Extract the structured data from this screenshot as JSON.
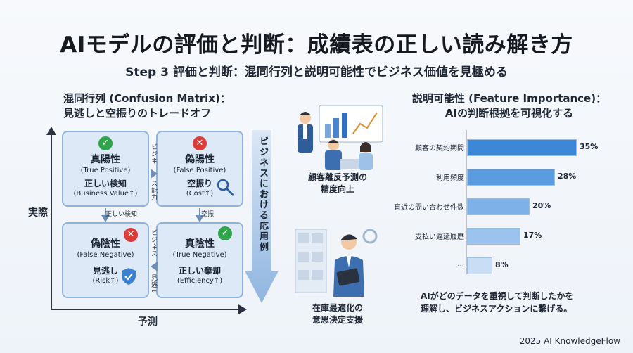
{
  "title": "AIモデルの評価と判断：成績表の正しい読み解き方",
  "subtitle": "Step 3 評価と判断：混同行列と説明可能性でビジネス価値を見極める",
  "confusion": {
    "heading_line1": "混同行列 (Confusion Matrix)：",
    "heading_line2": "見逃しと空振りのトレードオフ",
    "axis_y": "実際",
    "axis_x": "予測",
    "tp": {
      "name": "真陽性",
      "en": "(True Positive)",
      "jp": "正しい検知",
      "sub": "(Business Value↑)"
    },
    "fp": {
      "name": "偽陽性",
      "en": "(False Positive)",
      "jp": "空振り",
      "sub": "(Cost↑)"
    },
    "fn": {
      "name": "偽陰性",
      "en": "(False Negative)",
      "jp": "見逃し",
      "sub": "(Risk↑)"
    },
    "tn": {
      "name": "真陰性",
      "en": "(True Negative)",
      "jp": "正しい棄却",
      "sub": "(Efficiency↑)"
    },
    "link_top_a": "ビジネ",
    "link_top_b": "ス能力",
    "link_left": "正しい検知",
    "link_right": "空振",
    "link_bottom_a": "ビジネス",
    "link_bottom_b": "見逃↓"
  },
  "center": {
    "vertical_label": "ビジネスにおける応用例",
    "case1_line1": "顧客離反予測の",
    "case1_line2": "精度向上",
    "case2_line1": "在庫最適化の",
    "case2_line2": "意思決定支援"
  },
  "importance": {
    "heading_line1": "説明可能性 (Feature Importance)：",
    "heading_line2": "AIの判断根拠を可視化する",
    "bars": [
      {
        "name": "顧客の契約期間",
        "value": 35,
        "label": "35%",
        "color": "#3d87d8"
      },
      {
        "name": "利用頻度",
        "value": 28,
        "label": "28%",
        "color": "#5b9be0"
      },
      {
        "name": "直近の問い合わせ件数",
        "value": 20,
        "label": "20%",
        "color": "#7eb1e8"
      },
      {
        "name": "支払い遅延履歴",
        "value": 17,
        "label": "17%",
        "color": "#9cc3ee"
      },
      {
        "name": "...",
        "value": 8,
        "label": "8%",
        "color": "#c9def5"
      }
    ],
    "note_line1": "AIがどのデータを重視して判断したかを",
    "note_line2": "理解し、ビジネスアクションに繋げる。"
  },
  "footer": "2025 AI KnowledgeFlow"
}
